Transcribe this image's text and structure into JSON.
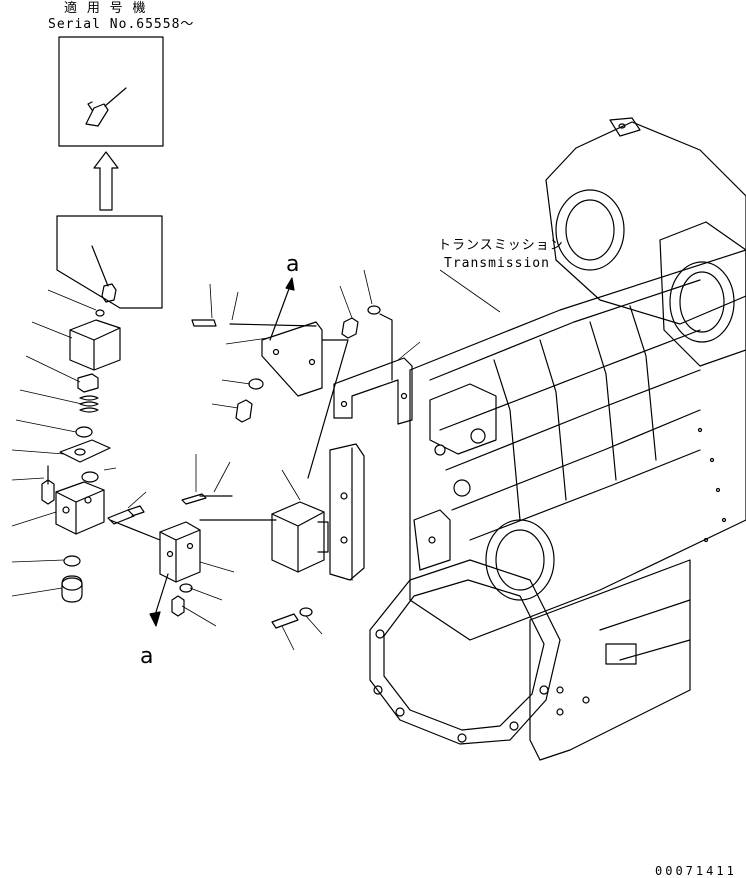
{
  "applicability": {
    "heading": "適 用 号 機",
    "serial": "Serial No.65558～"
  },
  "transmission": {
    "jp_label": "トランスミッション",
    "en_label": "Transmission"
  },
  "callouts": {
    "a_top": "a",
    "a_bottom": "a"
  },
  "drawing_number": "00071411"
}
